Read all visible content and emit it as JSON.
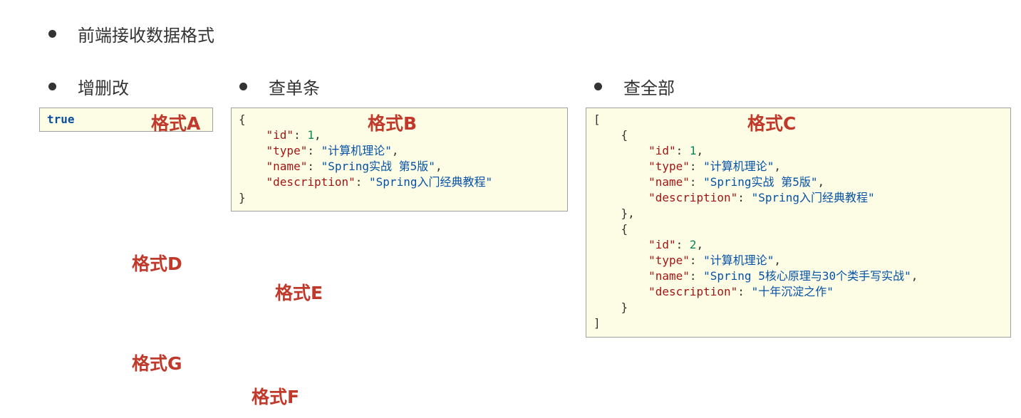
{
  "title": "前端接收数据格式",
  "sections": {
    "crud": {
      "heading": "增删改",
      "value": "true"
    },
    "single": {
      "heading": "查单条"
    },
    "all": {
      "heading": "查全部"
    }
  },
  "json_keys": {
    "id": "\"id\"",
    "type": "\"type\"",
    "name": "\"name\"",
    "description": "\"description\""
  },
  "book1": {
    "id": "1",
    "type": "\"计算机理论\"",
    "name": "\"Spring实战 第5版\"",
    "description": "\"Spring入门经典教程\""
  },
  "book2": {
    "id": "2",
    "type": "\"计算机理论\"",
    "name": "\"Spring 5核心原理与30个类手写实战\"",
    "description": "\"十年沉淀之作\""
  },
  "labels": {
    "a": "格式A",
    "b": "格式B",
    "c": "格式C",
    "d": "格式D",
    "e": "格式E",
    "f": "格式F",
    "g": "格式G"
  },
  "colors": {
    "label_red": "#c0392b",
    "box_background": "#fdfde6",
    "json_key": "#a31515",
    "json_string": "#0451a5",
    "json_number": "#098658"
  }
}
